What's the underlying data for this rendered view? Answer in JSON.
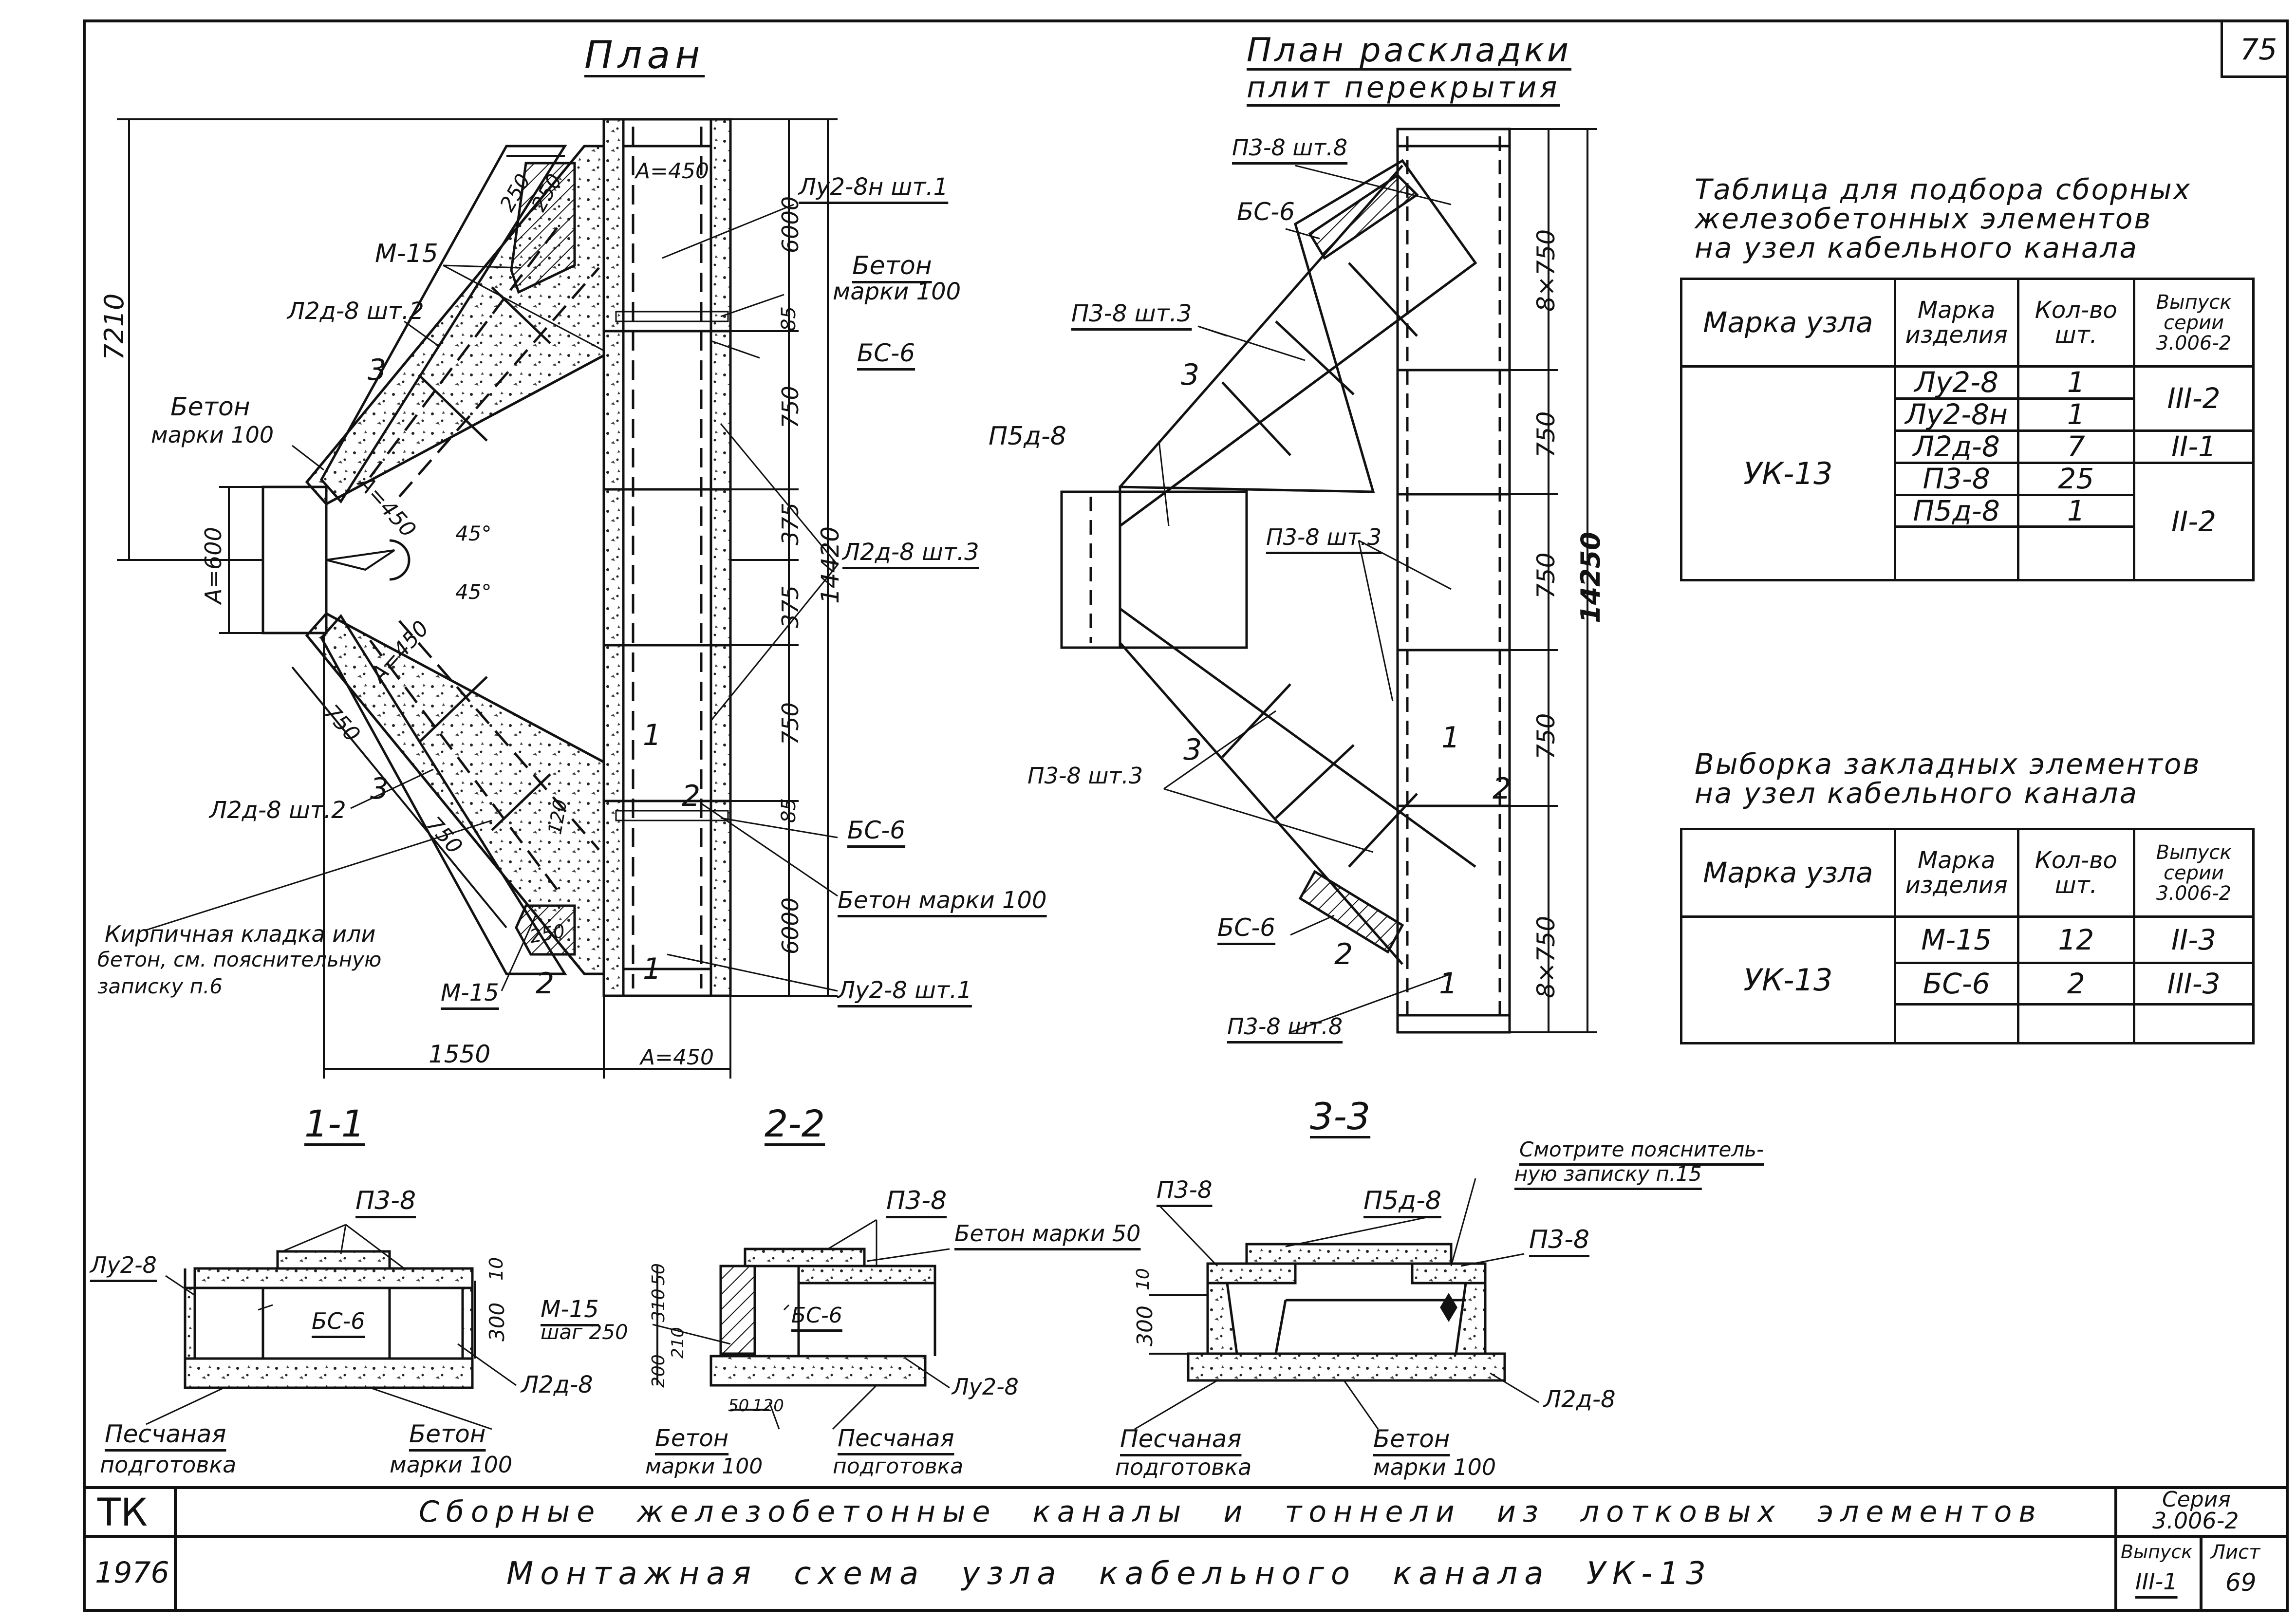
{
  "sheet_number": "75",
  "plan": {
    "title": "План",
    "dims": {
      "d7210": "7210",
      "d250a": "250",
      "d250b": "250",
      "a450_top": "A=450",
      "d6000_top": "6000",
      "d85_top": "85",
      "d750_1": "750",
      "d375_1": "375",
      "d375_2": "375",
      "d14420": "14420",
      "d750_2": "750",
      "d85_bot": "85",
      "d6000_bot": "6000",
      "a600": "A=600",
      "a450_d1": "A=450",
      "a450_d2": "A=450",
      "ang1": "45°",
      "ang2": "45°",
      "d750_d1": "750",
      "d750_d2": "750",
      "d120": "120",
      "d250_low": "250",
      "d1550": "1550",
      "a450_bot": "A=450"
    },
    "labels": {
      "m15_top": "М-15",
      "lu2_8n": "Лу2-8н шт.1",
      "beton_right_1": "Бетон",
      "beton_right_2": "марки 100",
      "bs6_top": "БС-6",
      "l2d8_top_left": "Л2д-8 шт.2",
      "beton_left_1": "Бетон",
      "beton_left_2": "марки 100",
      "l2d8_right": "Л2д-8 шт.3",
      "l2d8_bot_left": "Л2д-8 шт.2",
      "bs6_bot": "БС-6",
      "beton_m100_bot": "Бетон марки 100",
      "kirp_1": "Кирпичная кладка или",
      "kirp_2": "бетон, см. пояснительную",
      "kirp_3": "записку п.6",
      "m15_bot": "М-15",
      "lu2_8": "Лу2-8 шт.1",
      "sec3": "3",
      "sec3b": "3",
      "sec1": "1",
      "sec1b": "1",
      "sec2": "2",
      "sec2b": "2"
    }
  },
  "layout_plan": {
    "title_1": "План раскладки",
    "title_2": "плит перекрытия",
    "labels": {
      "p38_top": "П3-8 шт.8",
      "bs6_top": "БС-6",
      "p38_3a": "П3-8 шт.3",
      "p5d8": "П5д-8",
      "p38_3b": "П3-8 шт.3",
      "p38_3c": "П3-8 шт.3",
      "bs6_bot": "БС-6",
      "p38_bot": "П3-8 шт.8",
      "sec3": "3",
      "sec3b": "3",
      "sec1": "1",
      "sec1b": "1",
      "sec2": "2",
      "sec2b": "2"
    },
    "dims": {
      "d8x750_top": "8×750",
      "d750_1": "750",
      "d750_2": "750",
      "d750_3": "750",
      "d14250": "14250",
      "d8x750_bot": "8×750"
    }
  },
  "table1": {
    "title_1": "Таблица для подбора сборных",
    "title_2": "железобетонных элементов",
    "title_3": "на узел кабельного канала",
    "headers": [
      "Марка узла",
      "Марка изделия",
      "Кол-во шт.",
      "Выпуск серии 3.006-2"
    ],
    "node": "УК-13",
    "rows": [
      {
        "item": "Лу2-8",
        "qty": "1",
        "issue": "III-2"
      },
      {
        "item": "Лу2-8н",
        "qty": "1",
        "issue": ""
      },
      {
        "item": "Л2д-8",
        "qty": "7",
        "issue": "II-1"
      },
      {
        "item": "П3-8",
        "qty": "25",
        "issue": "II-2"
      },
      {
        "item": "П5д-8",
        "qty": "1",
        "issue": ""
      }
    ]
  },
  "table2": {
    "title_1": "Выборка закладных элементов",
    "title_2": "на узел кабельного канала",
    "headers": [
      "Марка узла",
      "Марка изделия",
      "Кол-во шт.",
      "Выпуск серии 3.006-2"
    ],
    "node": "УК-13",
    "rows": [
      {
        "item": "М-15",
        "qty": "12",
        "issue": "II-3"
      },
      {
        "item": "БС-6",
        "qty": "2",
        "issue": "III-3"
      }
    ]
  },
  "sec11": {
    "title": "1-1",
    "p38": "П3-8",
    "lu28": "Лу2-8",
    "bs6": "БС-6",
    "d10": "10",
    "d300": "300",
    "l2d8": "Л2д-8",
    "sand_1": "Песчаная",
    "sand_2": "подготовка",
    "beton_1": "Бетон",
    "beton_2": "марки 100"
  },
  "sec22": {
    "title": "2-2",
    "p38": "П3-8",
    "beton50": "Бетон марки 50",
    "d50": "50",
    "d310": "310",
    "d210": "210",
    "d200": "200",
    "m15_1": "М-15",
    "m15_2": "шаг 250",
    "bs6": "БС-6",
    "lu28": "Лу2-8",
    "d50b": "50",
    "d120": "120",
    "beton_1": "Бетон",
    "beton_2": "марки 100",
    "sand_1": "Песчаная",
    "sand_2": "подготовка"
  },
  "sec33": {
    "title": "3-3",
    "p38_left": "П3-8",
    "p5d8": "П5д-8",
    "note_1": "Смотрите пояснитель-",
    "note_2": "ную записку п.15",
    "p38_right": "П3-8",
    "d10": "10",
    "d300": "300",
    "l2d8": "Л2д-8",
    "sand_1": "Песчаная",
    "sand_2": "подготовка",
    "beton_1": "Бетон",
    "beton_2": "марки 100"
  },
  "title_block": {
    "tk": "ТК",
    "year": "1976",
    "line1": "Сборные железобетонные каналы и тоннели из лотковых элементов",
    "line2": "Монтажная схема узла кабельного канала УК-13",
    "series_1": "Серия",
    "series_2": "3.006-2",
    "issue_label": "Выпуск",
    "issue_val": "III-1",
    "sheet_label": "Лист",
    "sheet_val": "69"
  }
}
